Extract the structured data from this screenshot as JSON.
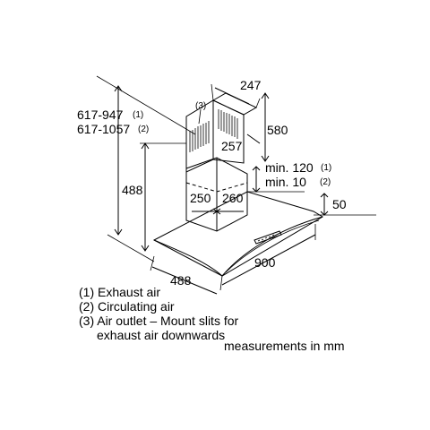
{
  "dimensions": {
    "chimney_depth": "247",
    "chimney_upper_height": "580",
    "chimney_width_upper": "257",
    "chimney_width_lower": "250",
    "chimney_depth_lower": "260",
    "total_height_range_1": "617-947",
    "total_height_range_1_ref": "(1)",
    "total_height_range_2": "617-1057",
    "total_height_range_2_ref": "(2)",
    "chimney_lower_height": "488",
    "min_clearance_1": "min. 120",
    "min_clearance_1_ref": "(1)",
    "min_clearance_2": "min. 10",
    "min_clearance_2_ref": "(2)",
    "canopy_thickness": "50",
    "canopy_depth": "488",
    "canopy_width": "900",
    "outlet_callout": "(3)"
  },
  "legend": {
    "item1": "(1) Exhaust air",
    "item2": "(2) Circulating air",
    "item3_line1": "(3) Air outlet – Mount slits for",
    "item3_line2": "exhaust air downwards"
  },
  "units_note": "measurements in mm"
}
